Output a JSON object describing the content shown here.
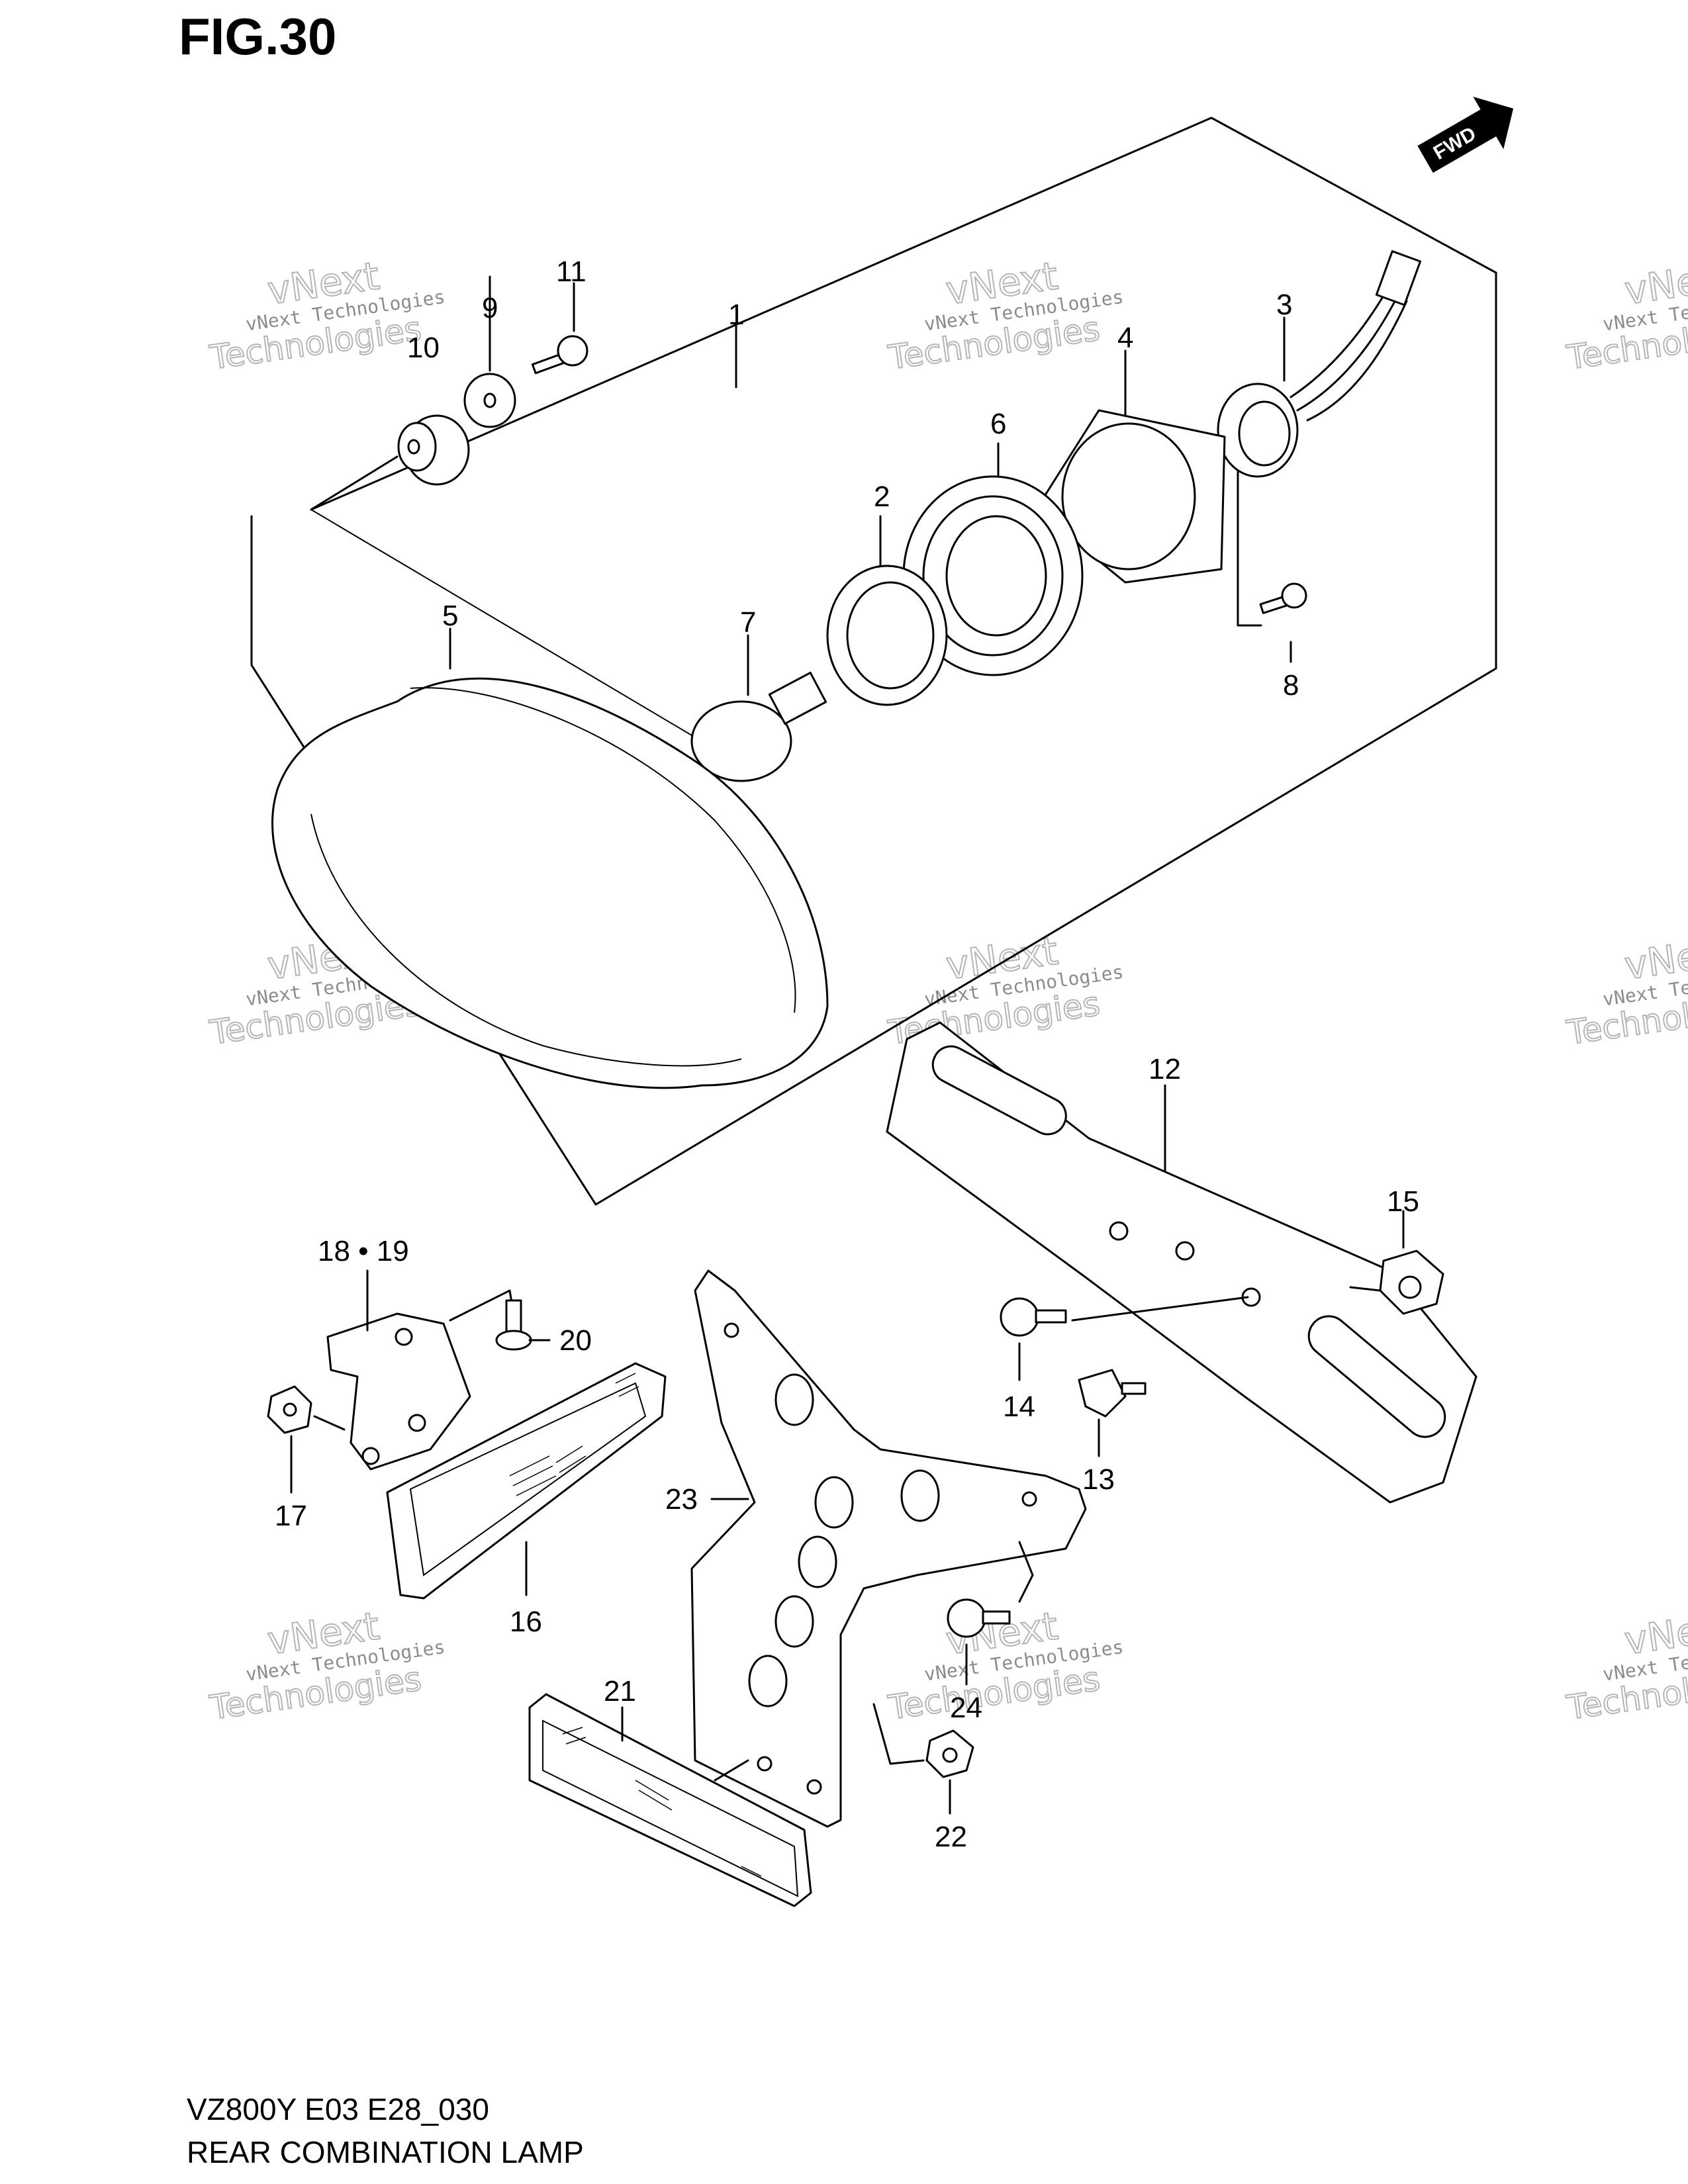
{
  "figure": {
    "title": "FIG.30"
  },
  "footer": {
    "model_code": "VZ800Y E03 E28_030",
    "name": "REAR COMBINATION LAMP"
  },
  "direction_badge": "FWD",
  "watermark": {
    "line1": "vNext Technologies",
    "line2": "vNext",
    "line3": "Technologies"
  },
  "callouts": [
    "1",
    "2",
    "3",
    "4",
    "5",
    "6",
    "7",
    "8",
    "9",
    "10",
    "11",
    "12",
    "13",
    "14",
    "15",
    "16",
    "17",
    "18 • 19",
    "20",
    "21",
    "22",
    "23",
    "24"
  ]
}
